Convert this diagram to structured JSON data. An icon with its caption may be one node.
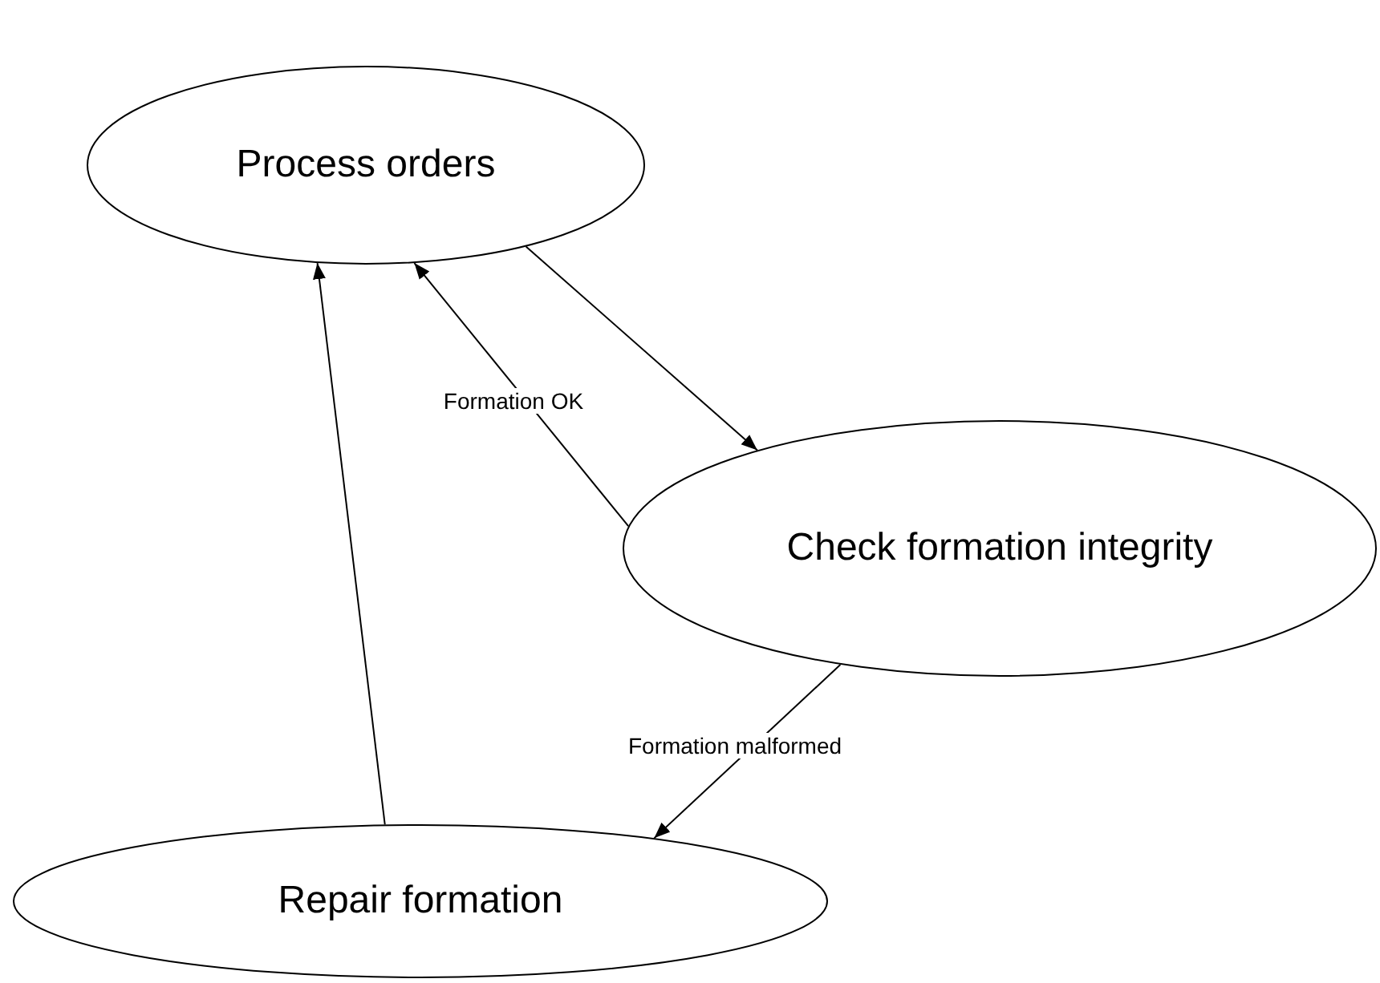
{
  "diagram": {
    "nodes": [
      {
        "text": [
          "Process orders"
        ]
      },
      {
        "text": [
          "Check formation integrity"
        ]
      },
      {
        "text": [
          "Repair formation"
        ]
      }
    ],
    "edges": [
      {
        "from": 0,
        "to": 1,
        "arrow": "to"
      },
      {
        "from": 1,
        "to": 0,
        "arrow": "to",
        "label": "Formation OK"
      },
      {
        "from": 1,
        "to": 2,
        "arrow": "to",
        "label": "Formation malformed"
      },
      {
        "from": 2,
        "to": 0,
        "arrow": "to"
      }
    ]
  }
}
